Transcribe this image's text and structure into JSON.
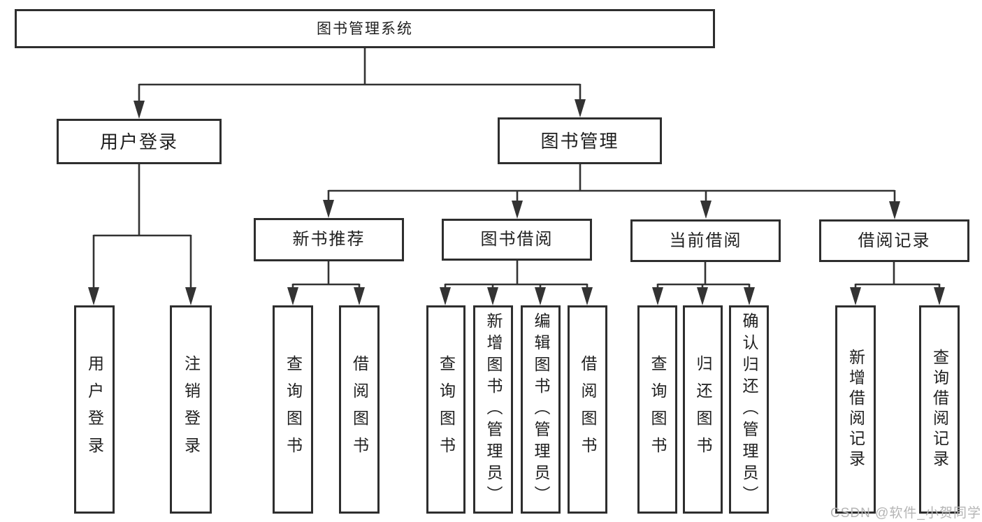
{
  "diagram": {
    "root": "图书管理系统",
    "level2": {
      "user_login": "用户登录",
      "book_management": "图书管理"
    },
    "level3": {
      "new_book": "新书推荐",
      "book_borrow": "图书借阅",
      "current_borrow": "当前借阅",
      "borrow_record": "借阅记录"
    },
    "leaves": {
      "user_login": [
        "用户登录",
        "注销登录"
      ],
      "new_book": [
        "查询图书",
        "借阅图书"
      ],
      "book_borrow": [
        "查询图书",
        "新增图书（管理员）",
        "编辑图书（管理员）",
        "借阅图书"
      ],
      "current_borrow": [
        "查询图书",
        "归还图书",
        "确认归还（管理员）"
      ],
      "borrow_record": [
        "新增借阅记录",
        "查询借阅记录"
      ]
    }
  },
  "watermark": "CSDN @软件_小贺同学",
  "colors": {
    "line": "#333333",
    "box_border": "#2e2e2e",
    "text": "#1f1f1f",
    "background": "#ffffff",
    "watermark": "#b5b5b5"
  }
}
